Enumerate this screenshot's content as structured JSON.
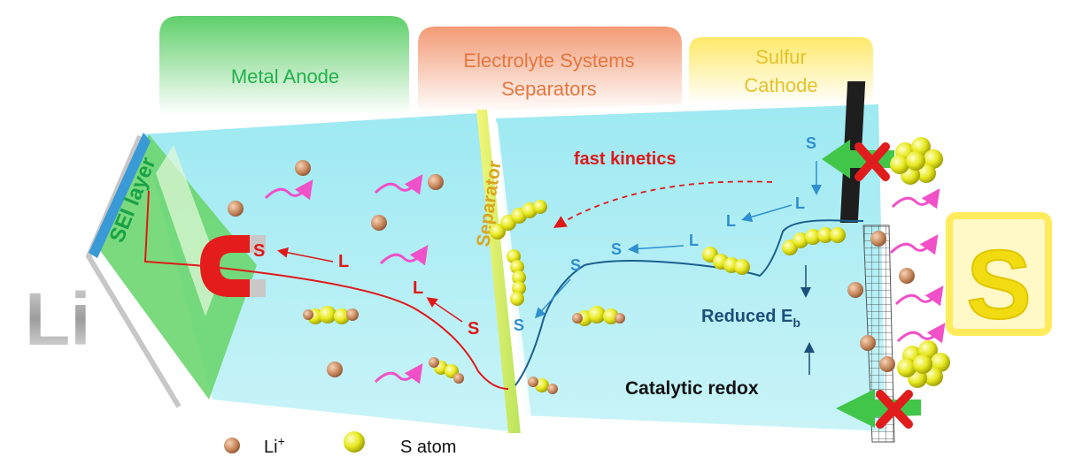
{
  "tabs": {
    "anode": "Metal Anode",
    "electrolyte_line1": "Electrolyte Systems",
    "electrolyte_line2": "Separators",
    "cathode_line1": "Sulfur",
    "cathode_line2": "Cathode"
  },
  "labels": {
    "sei_layer": "SEI layer",
    "separator": "Separator",
    "anode_symbol": "Li",
    "cathode_symbol": "S",
    "fast_kinetics": "fast kinetics",
    "catalytic_redox": "Catalytic redox",
    "reduced_eb": "Reduced E",
    "reduced_eb_sub": "b"
  },
  "species": {
    "s": "S",
    "l": "L"
  },
  "legend": {
    "li_ion": "Li",
    "li_ion_sup": "+",
    "s_atom": "S atom"
  },
  "colors": {
    "anode_green": "#5fcf6a",
    "electrolyte_orange": "#f29a74",
    "cathode_yellow": "#ffe96a",
    "cell_cyan": "#9ee9f2",
    "shuttle_red": "#e01818",
    "redox_blue": "#2f8fd0",
    "li_ion_copper": "#c98a5e",
    "s_atom_yellow": "#e7e81e"
  },
  "icons": [
    "magnet-icon",
    "blocked-x-icon",
    "green-arrow-icon",
    "pink-arrow-icon",
    "s8-ring-icon",
    "polysulfide-chain-icon"
  ]
}
